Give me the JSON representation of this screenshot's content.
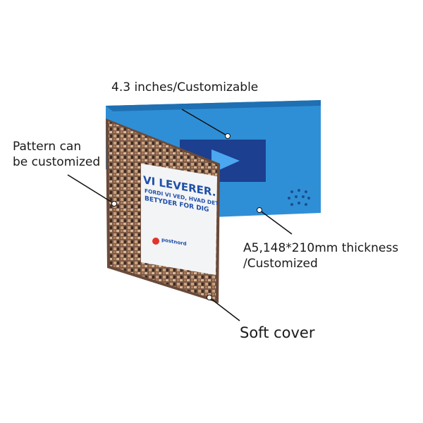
{
  "labels": {
    "screen_size": "4.3 inches/Customizable",
    "pattern_line1": "Pattern can",
    "pattern_line2": "be customized",
    "size_line1": "A5,148*210mm thickness",
    "size_line2": "/Customized",
    "cover": "Soft cover"
  },
  "cover_print": {
    "headline": "VI LEVERER.",
    "line2": "FORDI VI VED, HVAD DET",
    "line3": "BETYDER FOR DIG",
    "brand": "postnord"
  },
  "colors": {
    "box_blue": "#2f8fd6",
    "box_blue_dark": "#1f6fb3",
    "screen": "#1c3f8f",
    "cover_blue": "#1f4fa8",
    "brand_red": "#e2342a"
  }
}
